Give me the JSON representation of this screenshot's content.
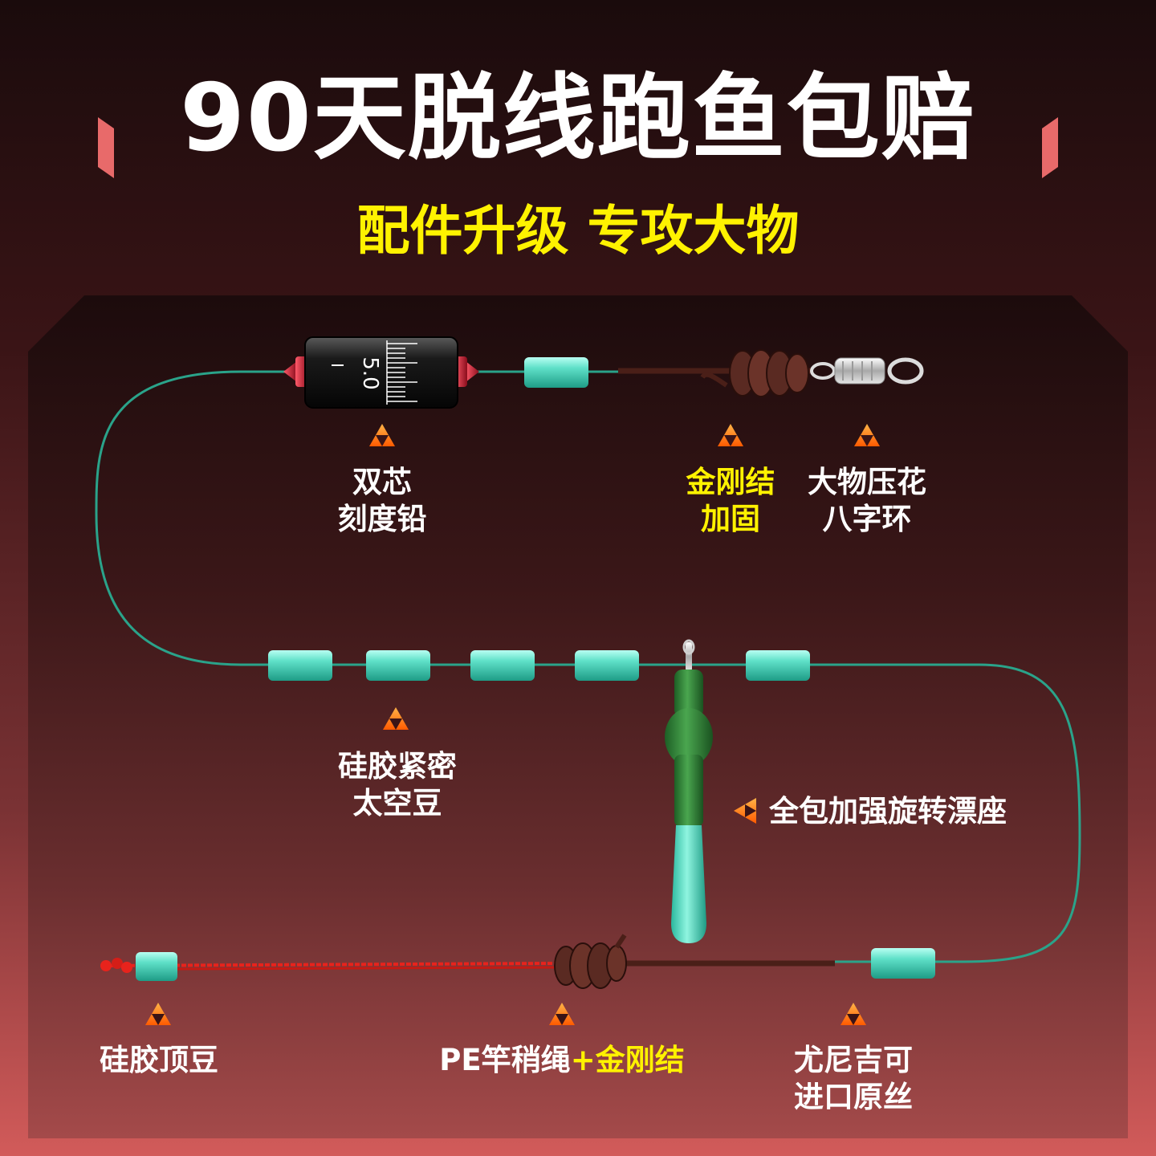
{
  "headline": "90天脱线跑鱼包赔",
  "subheadline": "配件升级 专攻大物",
  "sinker_marking": "5.0",
  "labels": {
    "dual_core_l1": "双芯",
    "dual_core_l2": "刻度铅",
    "knot_l1": "金刚结",
    "knot_l2": "加固",
    "swivel_l1": "大物压花",
    "swivel_l2": "八字环",
    "beads_l1": "硅胶紧密",
    "beads_l2": "太空豆",
    "float_seat": "全包加强旋转漂座",
    "top_bean": "硅胶顶豆",
    "pe_rope_part1": "PE竿稍绳",
    "pe_rope_part2": "+金刚结",
    "line_l1": "尤尼吉可",
    "line_l2": "进口原丝"
  },
  "colors": {
    "accent_yellow": "#fff200",
    "marker_orange": "#ff7a1a",
    "bead_teal": "#4fd8c2",
    "line_green": "#2aa38a",
    "rope_red": "#e8231c",
    "rope_brown": "#5a2a22",
    "float_seat_green": "#2f8a3a"
  }
}
